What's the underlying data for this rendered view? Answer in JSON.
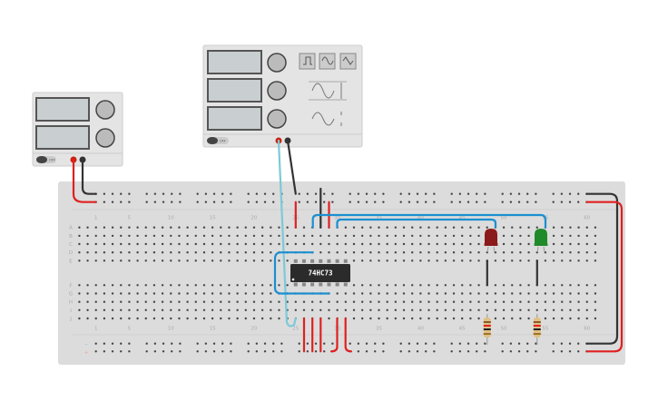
{
  "breadboard": {
    "column_labels": [
      "1",
      "5",
      "10",
      "15",
      "20",
      "25",
      "30",
      "35",
      "40",
      "45",
      "50",
      "55",
      "60"
    ],
    "row_labels_top": [
      "A",
      "B",
      "C",
      "D",
      "E"
    ],
    "row_labels_bottom": [
      "F",
      "G",
      "H",
      "I",
      "J"
    ],
    "rail_minus": "−",
    "rail_plus": "+"
  },
  "chip": {
    "label": "74HC73"
  },
  "power_supply": {
    "switch_label": "OFF"
  },
  "function_generator": {
    "switch_label": "OFF"
  },
  "leds": [
    {
      "color": "#8b1a1a"
    },
    {
      "color": "#1f8a2a"
    }
  ],
  "colors": {
    "wire_red": "#e02020",
    "wire_black": "#333333",
    "wire_blue": "#1b8fd0",
    "wire_cyan": "#7cc9d8",
    "board": "#dcdcdc"
  }
}
